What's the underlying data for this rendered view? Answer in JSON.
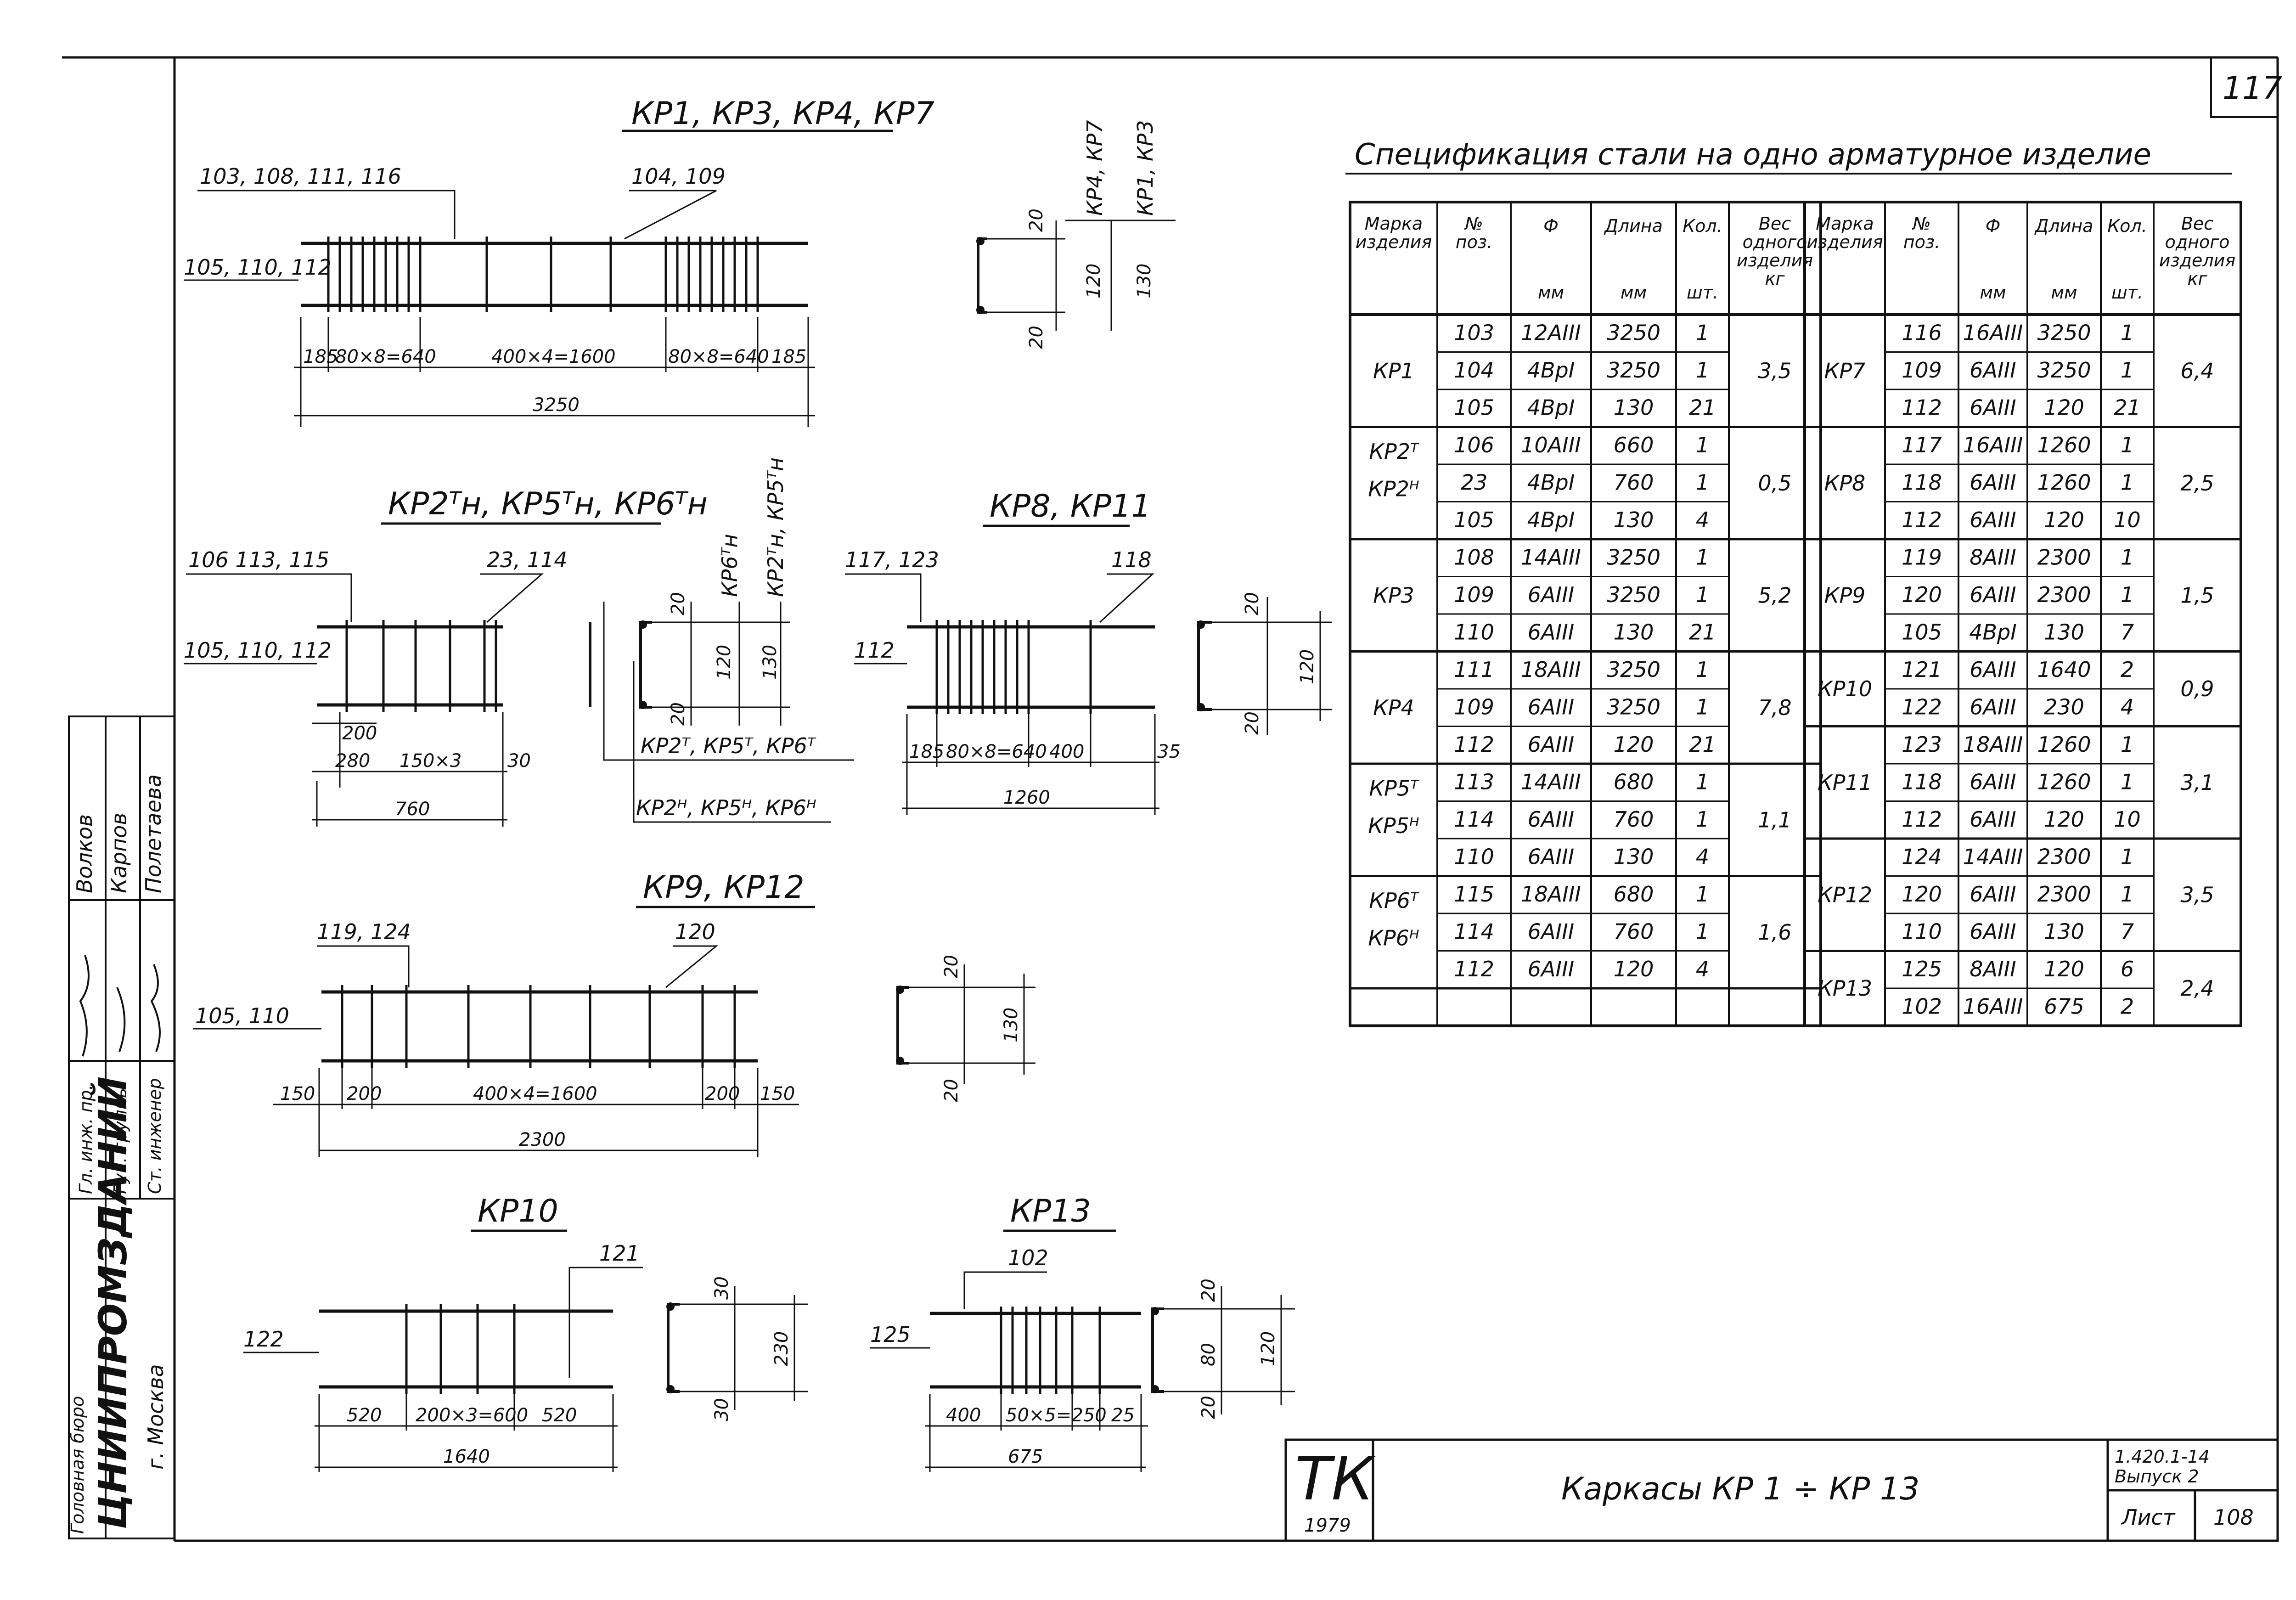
{
  "sheet": {
    "page_number": "117",
    "spec_title": "Спецификация стали на одно арматурное изделие",
    "stamp": {
      "tk": "ТК",
      "year": "1979",
      "title": "Каркасы КР 1 ÷ КР 13",
      "series": "1.420.1-14",
      "issue": "Выпуск 2",
      "sheet_label": "Лист",
      "sheet_number": "108",
      "org_caption": "Головная бюро",
      "org_name": "ЦНИИПРОМЗДАНИЙ",
      "org_city": "г. Москва",
      "people": [
        {
          "role": "Гл. инж. пр.",
          "name": "Волков"
        },
        {
          "role": "Рук. группы",
          "name": "Карпов"
        },
        {
          "role": "Ст. инженер",
          "name": "Полетаева"
        }
      ]
    }
  },
  "drawings": {
    "kr1": {
      "title": "КР1, КР3, КР4, КР7",
      "lbl_top_left": "103, 108, 111, 116",
      "lbl_top_right": "104, 109",
      "lbl_left": "105, 110, 112",
      "dims": [
        "185",
        "80×8=640",
        "400×4=1600",
        "80×8=640",
        "185"
      ],
      "total": "3250",
      "sec_dims": [
        "20",
        "120",
        "20",
        "130"
      ],
      "sec_lbl_a": "КР4, КР7",
      "sec_lbl_b": "КР1, КР3"
    },
    "kr2": {
      "title": "КР2ᵀн, КР5ᵀн, КР6ᵀн",
      "lbl_top_left": "106 113, 115",
      "lbl_top_right": "23, 114",
      "lbl_left": "105, 110, 112",
      "dims": [
        "200",
        "280",
        "150×3",
        "30"
      ],
      "total": "760",
      "sec_dims": [
        "20",
        "120",
        "130",
        "20"
      ],
      "sec_lbl_a": "КР6ᵀн",
      "sec_lbl_b": "КР2ᵀн, КР5ᵀн",
      "caption_t": "КР2ᵀ, КР5ᵀ, КР6ᵀ",
      "caption_h": "КР2ᴴ, КР5ᴴ, КР6ᴴ"
    },
    "kr8": {
      "title": "КР8, КР11",
      "lbl_top_left": "117, 123",
      "lbl_top_right": "118",
      "lbl_left": "112",
      "dims": [
        "185",
        "80×8=640",
        "400",
        "35"
      ],
      "total": "1260",
      "sec_dims": [
        "20",
        "120",
        "20"
      ]
    },
    "kr9": {
      "title": "КР9, КР12",
      "lbl_top_left": "119, 124",
      "lbl_top_right": "120",
      "lbl_left": "105, 110",
      "dims": [
        "150",
        "200",
        "400×4=1600",
        "200",
        "150"
      ],
      "total": "2300",
      "sec_dims": [
        "20",
        "130",
        "20"
      ]
    },
    "kr10": {
      "title": "КР10",
      "lbl_top_right": "121",
      "lbl_left": "122",
      "dims": [
        "520",
        "200×3=600",
        "520"
      ],
      "total": "1640",
      "sec_dims": [
        "30",
        "230",
        "30"
      ]
    },
    "kr13": {
      "title": "КР13",
      "lbl_top_right": "102",
      "lbl_left": "125",
      "dims": [
        "400",
        "50×5=250",
        "25"
      ],
      "total": "675",
      "sec_dims": [
        "20",
        "80",
        "20",
        "120"
      ]
    }
  },
  "table": {
    "headers": {
      "mark": "Марка изделия",
      "pos": "№ поз.",
      "dia": "Ф",
      "len": "Длина",
      "qty": "Кол.",
      "wt": "Вес одного изделия",
      "dia_unit": "мм",
      "len_unit": "мм",
      "qty_unit": "шт.",
      "wt_unit": "кг"
    },
    "left": [
      {
        "mark": "КР1",
        "weight": "3,5",
        "rows": [
          [
            "103",
            "12АIII",
            "3250",
            "1"
          ],
          [
            "104",
            "4ВрI",
            "3250",
            "1"
          ],
          [
            "105",
            "4ВрI",
            "130",
            "21"
          ]
        ]
      },
      {
        "mark": "КР2ᵀ КР2ᴴ",
        "weight": "0,5",
        "rows": [
          [
            "106",
            "10АIII",
            "660",
            "1"
          ],
          [
            "23",
            "4ВрI",
            "760",
            "1"
          ],
          [
            "105",
            "4ВрI",
            "130",
            "4"
          ]
        ]
      },
      {
        "mark": "КР3",
        "weight": "5,2",
        "rows": [
          [
            "108",
            "14АIII",
            "3250",
            "1"
          ],
          [
            "109",
            "6АIII",
            "3250",
            "1"
          ],
          [
            "110",
            "6АIII",
            "130",
            "21"
          ]
        ]
      },
      {
        "mark": "КР4",
        "weight": "7,8",
        "rows": [
          [
            "111",
            "18АIII",
            "3250",
            "1"
          ],
          [
            "109",
            "6АIII",
            "3250",
            "1"
          ],
          [
            "112",
            "6АIII",
            "120",
            "21"
          ]
        ]
      },
      {
        "mark": "КР5ᵀ КР5ᴴ",
        "weight": "1,1",
        "rows": [
          [
            "113",
            "14АIII",
            "680",
            "1"
          ],
          [
            "114",
            "6АIII",
            "760",
            "1"
          ],
          [
            "110",
            "6АIII",
            "130",
            "4"
          ]
        ]
      },
      {
        "mark": "КР6ᵀ КР6ᴴ",
        "weight": "1,6",
        "rows": [
          [
            "115",
            "18АIII",
            "680",
            "1"
          ],
          [
            "114",
            "6АIII",
            "760",
            "1"
          ],
          [
            "112",
            "6АIII",
            "120",
            "4"
          ]
        ]
      }
    ],
    "right": [
      {
        "mark": "КР7",
        "weight": "6,4",
        "rows": [
          [
            "116",
            "16АIII",
            "3250",
            "1"
          ],
          [
            "109",
            "6АIII",
            "3250",
            "1"
          ],
          [
            "112",
            "6АIII",
            "120",
            "21"
          ]
        ]
      },
      {
        "mark": "КР8",
        "weight": "2,5",
        "rows": [
          [
            "117",
            "16АIII",
            "1260",
            "1"
          ],
          [
            "118",
            "6АIII",
            "1260",
            "1"
          ],
          [
            "112",
            "6АIII",
            "120",
            "10"
          ]
        ]
      },
      {
        "mark": "КР9",
        "weight": "1,5",
        "rows": [
          [
            "119",
            "8АIII",
            "2300",
            "1"
          ],
          [
            "120",
            "6АIII",
            "2300",
            "1"
          ],
          [
            "105",
            "4ВрI",
            "130",
            "7"
          ]
        ]
      },
      {
        "mark": "КР10",
        "weight": "0,9",
        "rows": [
          [
            "121",
            "6АIII",
            "1640",
            "2"
          ],
          [
            "122",
            "6АIII",
            "230",
            "4"
          ]
        ]
      },
      {
        "mark": "КР11",
        "weight": "3,1",
        "rows": [
          [
            "123",
            "18АIII",
            "1260",
            "1"
          ],
          [
            "118",
            "6АIII",
            "1260",
            "1"
          ],
          [
            "112",
            "6АIII",
            "120",
            "10"
          ]
        ]
      },
      {
        "mark": "КР12",
        "weight": "3,5",
        "rows": [
          [
            "124",
            "14АIII",
            "2300",
            "1"
          ],
          [
            "120",
            "6АIII",
            "2300",
            "1"
          ],
          [
            "110",
            "6АIII",
            "130",
            "7"
          ]
        ]
      },
      {
        "mark": "КР13",
        "weight": "2,4",
        "rows": [
          [
            "125",
            "8АIII",
            "120",
            "6"
          ],
          [
            "102",
            "16АIII",
            "675",
            "2"
          ]
        ]
      }
    ]
  }
}
